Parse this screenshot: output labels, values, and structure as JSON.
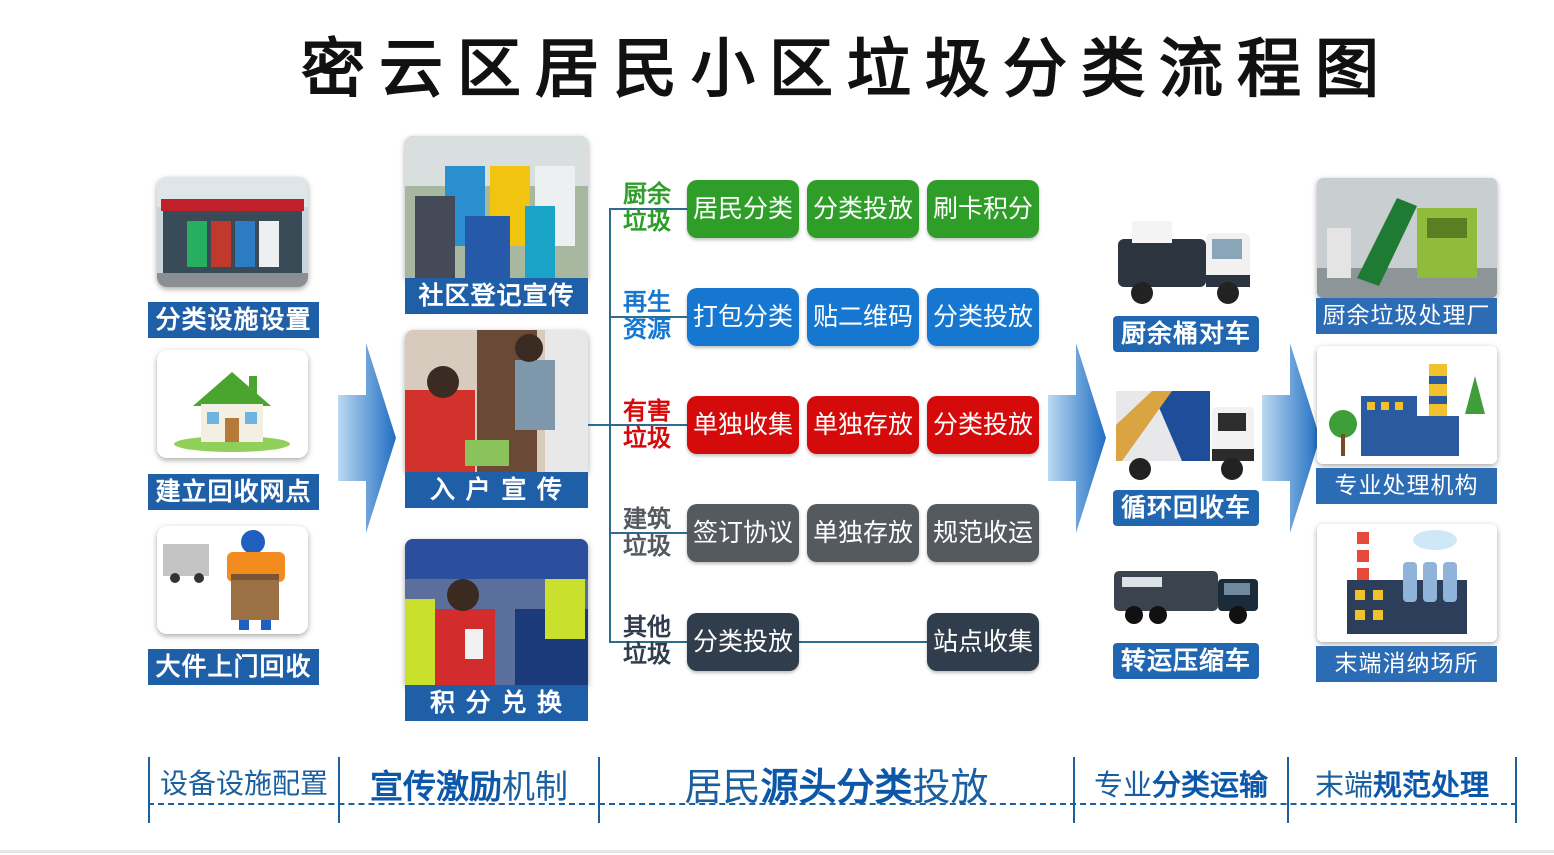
{
  "title": "密云区居民小区垃圾分类流程图",
  "colors": {
    "label_blue": "#1f5fa8",
    "green": "#2e9e29",
    "blue": "#1677d0",
    "red": "#d50b0b",
    "gray": "#555a60",
    "navy": "#2f3d4d"
  },
  "facilities": [
    {
      "label": "分类设施设置",
      "icon": "garbage-station-photo"
    },
    {
      "label": "建立回收网点",
      "icon": "house-icon"
    },
    {
      "label": "大件上门回收",
      "icon": "courier-box-icon"
    }
  ],
  "publicity": [
    {
      "label": "社区登记宣传",
      "icon": "community-registration-photo"
    },
    {
      "label": "入 户 宣 传",
      "icon": "door-to-door-photo"
    },
    {
      "label": "积 分 兑 换",
      "icon": "points-exchange-photo"
    }
  ],
  "categories": [
    {
      "name_line1": "厨余",
      "name_line2": "垃圾",
      "color": "#2e9e29",
      "steps": [
        "居民分类",
        "分类投放",
        "刷卡积分"
      ]
    },
    {
      "name_line1": "再生",
      "name_line2": "资源",
      "color": "#1677d0",
      "steps": [
        "打包分类",
        "贴二维码",
        "分类投放"
      ]
    },
    {
      "name_line1": "有害",
      "name_line2": "垃圾",
      "color": "#d50b0b",
      "steps": [
        "单独收集",
        "单独存放",
        "分类投放"
      ]
    },
    {
      "name_line1": "建筑",
      "name_line2": "垃圾",
      "color": "#555a60",
      "steps": [
        "签订协议",
        "单独存放",
        "规范收运"
      ]
    },
    {
      "name_line1": "其他",
      "name_line2": "垃圾",
      "color": "#2f3d4d",
      "steps": [
        "分类投放",
        "站点收集"
      ]
    }
  ],
  "vehicles": [
    {
      "label": "厨余桶对车",
      "icon": "kitchen-waste-truck-icon"
    },
    {
      "label": "循环回收车",
      "icon": "recycling-truck-icon"
    },
    {
      "label": "转运压缩车",
      "icon": "compactor-truck-icon"
    }
  ],
  "facilities_end": [
    {
      "label": "厨余垃圾处理厂",
      "icon": "kitchen-waste-plant-photo"
    },
    {
      "label": "专业处理机构",
      "icon": "factory-icon"
    },
    {
      "label": "末端消纳场所",
      "icon": "disposal-site-icon"
    }
  ],
  "bottom": {
    "s1": "设备设施配置",
    "s2a": "宣传激励",
    "s2b": "机制",
    "s3a": "居民",
    "s3b": "源头分类",
    "s3c": "投放",
    "s4a": "专业",
    "s4b": "分类运输",
    "s5a": "末端",
    "s5b": "规范处理"
  }
}
